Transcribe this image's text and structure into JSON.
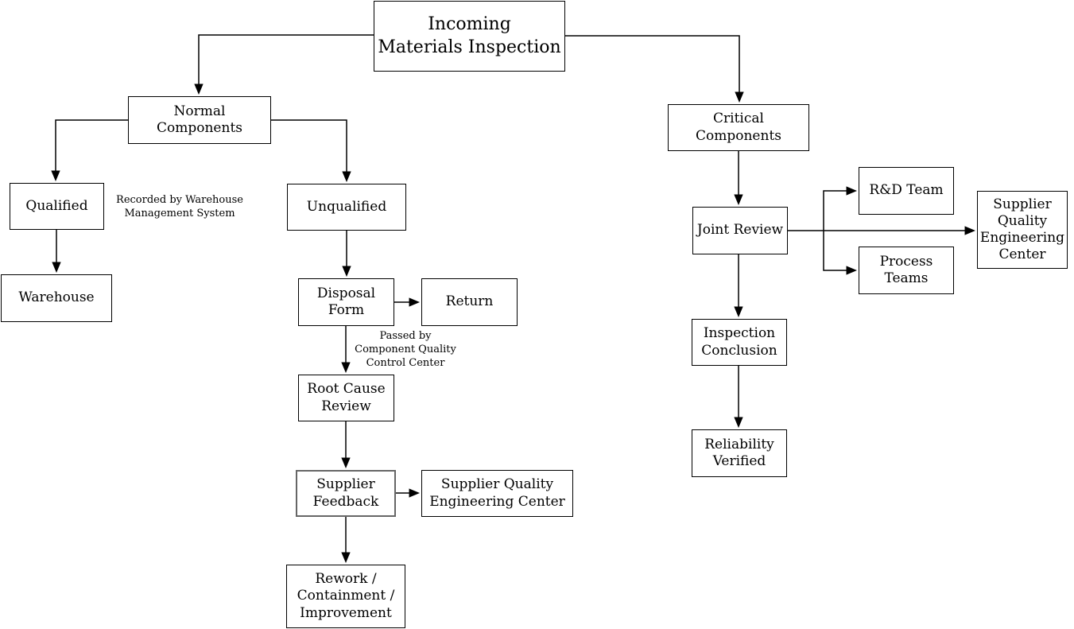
{
  "nodes": {
    "title": {
      "label": "Incoming\nMaterials Inspection"
    },
    "normal": {
      "label": "Normal Components"
    },
    "critical": {
      "label": "Critical Components"
    },
    "qualified": {
      "label": "Qualified"
    },
    "unqualified": {
      "label": "Unqualified"
    },
    "warehouse": {
      "label": "Warehouse"
    },
    "disposal": {
      "label": "Disposal\nForm"
    },
    "return": {
      "label": "Return"
    },
    "root_cause": {
      "label": "Root Cause\nReview"
    },
    "supplier_feedback": {
      "label": "Supplier\nFeedback"
    },
    "sqec_left": {
      "label": "Supplier Quality\nEngineering Center"
    },
    "rework": {
      "label": "Rework /\nContainment /\nImprovement"
    },
    "joint_review": {
      "label": "Joint Review"
    },
    "rd_team": {
      "label": "R&D Team"
    },
    "process_teams": {
      "label": "Process\nTeams"
    },
    "sqec_right": {
      "label": "Supplier\nQuality\nEngineering\nCenter"
    },
    "inspection": {
      "label": "Inspection\nConclusion"
    },
    "reliability": {
      "label": "Reliability\nVerified"
    }
  },
  "annotations": {
    "warehouse_note": "Recorded by Warehouse\nManagement System",
    "quality_note": "Passed by\nComponent Quality\nControl Center"
  },
  "edges": [
    {
      "from": "incoming-materials-inspection",
      "to": "normal-components"
    },
    {
      "from": "incoming-materials-inspection",
      "to": "critical-components"
    },
    {
      "from": "normal-components",
      "to": "qualified"
    },
    {
      "from": "normal-components",
      "to": "unqualified"
    },
    {
      "from": "qualified",
      "to": "warehouse"
    },
    {
      "from": "unqualified",
      "to": "disposal-form"
    },
    {
      "from": "disposal-form",
      "to": "return"
    },
    {
      "from": "disposal-form",
      "to": "root-cause-review"
    },
    {
      "from": "root-cause-review",
      "to": "supplier-feedback"
    },
    {
      "from": "supplier-feedback",
      "to": "supplier-quality-engineering-center-left"
    },
    {
      "from": "supplier-feedback",
      "to": "rework-containment-improvement"
    },
    {
      "from": "critical-components",
      "to": "joint-review"
    },
    {
      "from": "joint-review",
      "to": "rd-team"
    },
    {
      "from": "joint-review",
      "to": "process-teams"
    },
    {
      "from": "joint-review",
      "to": "supplier-quality-engineering-center-right"
    },
    {
      "from": "joint-review",
      "to": "inspection-conclusion"
    },
    {
      "from": "inspection-conclusion",
      "to": "reliability-verified"
    }
  ],
  "colors": {
    "background": "#ffffff",
    "line": "#000000",
    "box_border": "#000000",
    "highlight_border": "#666666",
    "text": "#000000"
  }
}
